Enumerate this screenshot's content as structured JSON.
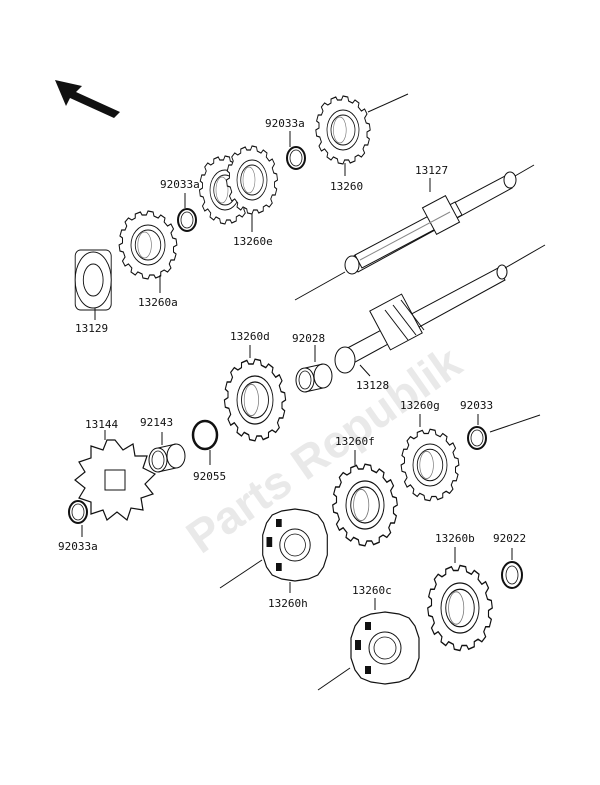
{
  "watermark": "Parts Republik",
  "parts": {
    "p13129": "13129",
    "p13260a": "13260a",
    "p92033a_left": "92033a",
    "p13260e": "13260e",
    "p92033a_top": "92033a",
    "p13260": "13260",
    "p13127": "13127",
    "p13260d": "13260d",
    "p92028": "92028",
    "p13128": "13128",
    "p13144": "13144",
    "p92143": "92143",
    "p92055": "92055",
    "p92033a_bottom": "92033a",
    "p13260g": "13260g",
    "p92033": "92033",
    "p13260f": "13260f",
    "p13260h": "13260h",
    "p13260b": "13260b",
    "p92022": "92022",
    "p13260c": "13260c"
  }
}
